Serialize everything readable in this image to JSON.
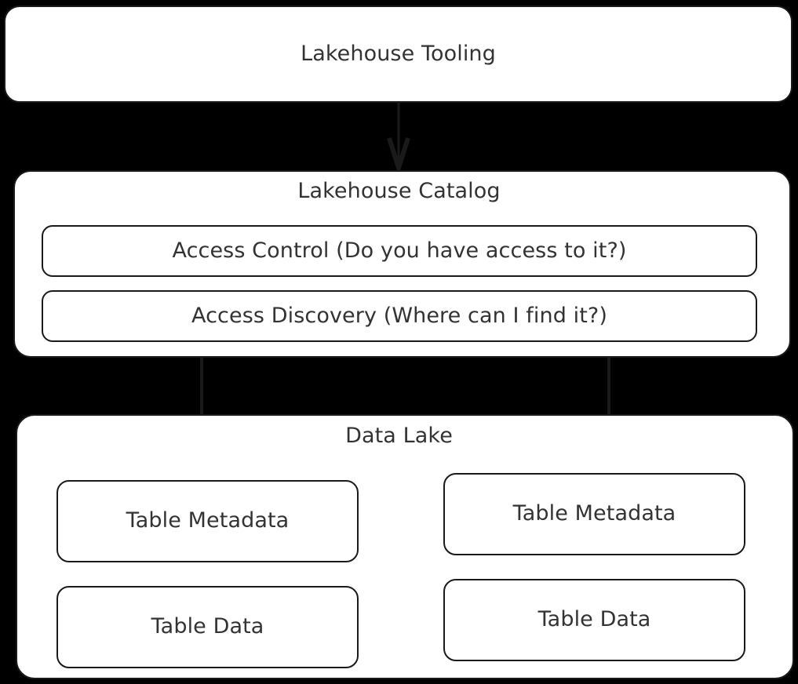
{
  "diagram": {
    "title": "Lakehouse architecture flowchart",
    "background_color": "#000000",
    "node_fill": "#ffffff",
    "node_stroke": "#1a1a1a",
    "text_color": "#333333",
    "nodes": {
      "tooling": {
        "label": "Lakehouse Tooling"
      },
      "catalog": {
        "label": "Lakehouse Catalog",
        "children": [
          {
            "label": "Access Control (Do you have access to it?)"
          },
          {
            "label": "Access Discovery (Where can I find it?)"
          }
        ]
      },
      "data_lake": {
        "label": "Data Lake",
        "columns": [
          {
            "metadata": {
              "label": "Table Metadata"
            },
            "data": {
              "label": "Table Data"
            }
          },
          {
            "metadata": {
              "label": "Table Metadata"
            },
            "data": {
              "label": "Table Data"
            }
          }
        ]
      }
    },
    "edges": [
      {
        "from": "tooling",
        "to": "catalog",
        "arrow": "down-arrow-icon"
      },
      {
        "from": "catalog",
        "to": "metadata-left",
        "arrow": "down-arrow-icon"
      },
      {
        "from": "catalog",
        "to": "metadata-right",
        "arrow": "down-arrow-icon"
      },
      {
        "from": "metadata-left",
        "to": "data-left",
        "arrow": "down-arrow-icon"
      },
      {
        "from": "metadata-right",
        "to": "data-right",
        "arrow": "down-arrow-icon"
      }
    ]
  }
}
